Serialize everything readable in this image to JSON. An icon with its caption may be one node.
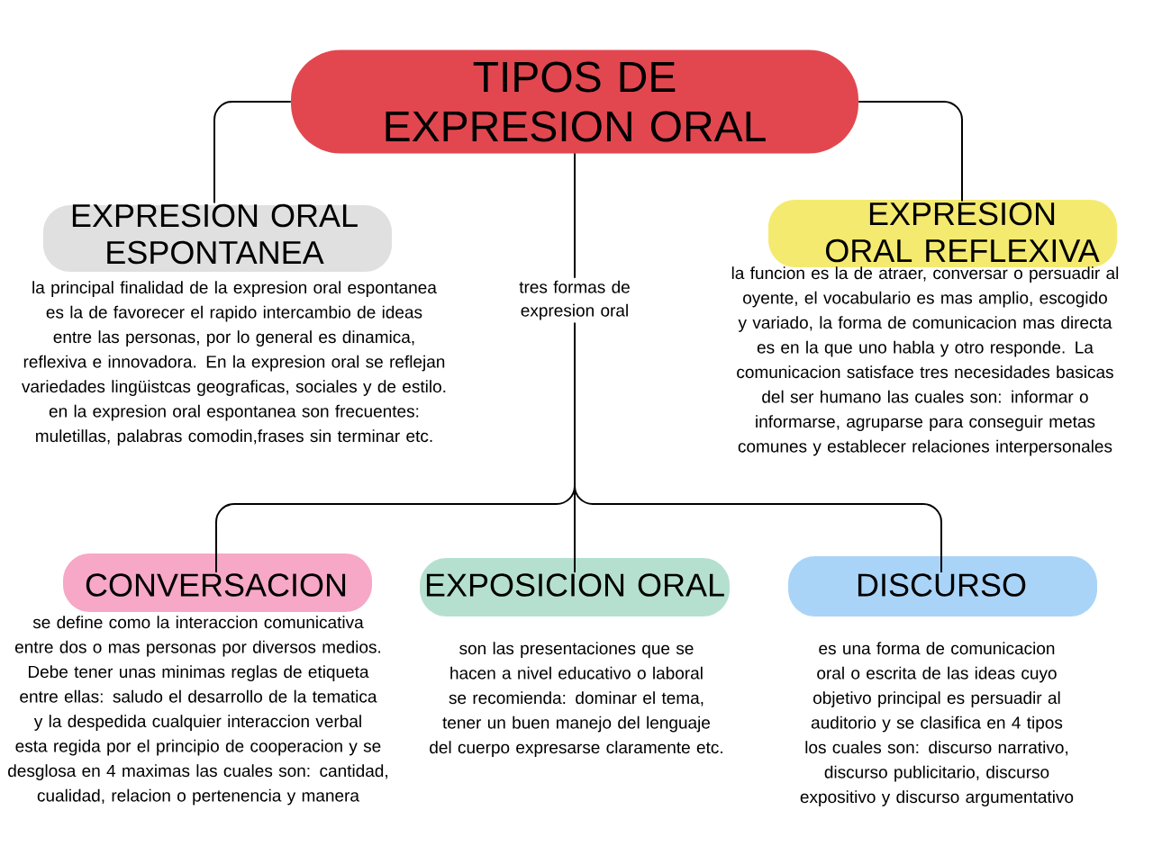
{
  "diagram": {
    "nodes": [
      {
        "text": [
          "TIPOS DE EXPRESION ORAL"
        ]
      },
      {
        "text": [
          "EXPRESION ORAL ESPONTANEA"
        ],
        "beside": [
          "la principal finalidad de la expresion oral espontanea es la de favorecer el rapido intercambio de ideas entre las personas, por lo general es dinamica, reflexiva e innovadora. En la expresion oral se reflejan variedades lingüistcas geograficas, sociales y de estilo.",
          "en la expresion oral espontanea son frecuentes: muletillas, palabras comodin,frases sin terminar etc."
        ]
      },
      {
        "text": [
          "EXPRESION ORAL REFLEXIVA"
        ],
        "beside": [
          "la funcion es la de atraer, conversar o persuadir al oyente, el vocabulario es mas amplio, escogido y variado, la forma de comunicacion mas directa es en la que uno habla y otro responde. La comunicacion satisface tres necesidades basicas del ser humano las cuales son: informar o informarse, agruparse para conseguir metas comunes y establecer relaciones interpersonales"
        ]
      },
      {
        "text": [
          "CONVERSACION"
        ],
        "beside": [
          "se define como la interaccion comunicativa entre dos o mas personas por diversos medios. Debe tener unas minimas reglas de etiqueta entre ellas: saludo el desarrollo de la tematica y la despedida cualquier interaccion verbal esta regida por el principio de cooperacion y se desglosa en 4 maximas las cuales son: cantidad, cualidad, relacion o pertenencia y manera"
        ]
      },
      {
        "text": [
          "EXPOSICION ORAL"
        ],
        "beside": [
          "son las presentaciones que se hacen a nivel educativo o laboral se recomienda: dominar el tema, tener un buen manejo del lenguaje del cuerpo expresarse claramente etc."
        ]
      },
      {
        "text": [
          "DISCURSO"
        ],
        "beside": [
          "es una forma de comunicacion oral o escrita de las ideas cuyo objetivo principal es persuadir al auditorio y se clasifica en 4 tipos los cuales son: discurso narrativo, discurso publicitario, discurso expositivo y discurso argumentativo"
        ]
      }
    ],
    "edges": [
      {
        "from": 0,
        "to": 1,
        "arrow": "none"
      },
      {
        "from": 0,
        "to": 2,
        "arrow": "none"
      },
      {
        "from": 0,
        "to": 3,
        "arrow": "none"
      },
      {
        "from": 0,
        "to": 4,
        "arrow": "none",
        "label": "tres formas de expresion oral"
      },
      {
        "from": 0,
        "to": 5,
        "arrow": "none"
      }
    ]
  }
}
